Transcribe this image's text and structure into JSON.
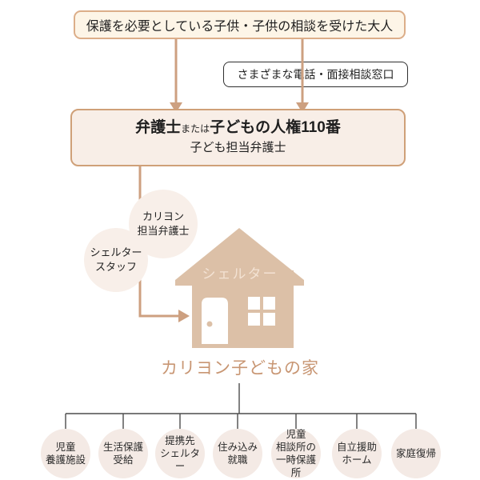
{
  "colors": {
    "cream_fill": "#fdf5e7",
    "cream_border": "#dcae89",
    "peach_fill": "#f8eee7",
    "peach_border": "#cfa078",
    "arrow_tan": "#cda080",
    "house_tan": "#dcc0a7",
    "roof_text": "#f3e2d3",
    "title_brown": "#c89673",
    "staff_circle_fill": "#f8efe9",
    "outcome_circle_fill": "#f4eae5",
    "connector_dark": "#4d4d4d",
    "box_border_dark": "#2f2f2f",
    "text_dark": "#1f1f1f"
  },
  "top_box": {
    "label": "保護を必要としている子供・子供の相談を受けた大人"
  },
  "phone_box": {
    "label": "さまざまな電話・面接相談窓口"
  },
  "lawyer_box": {
    "seg_lawyer": "弁護士",
    "seg_or": "または",
    "seg_rights": "子どもの人権",
    "seg_number": "110",
    "seg_ban": "番",
    "line2": "子ども担当弁護士"
  },
  "staff_circles": [
    {
      "label": "カリヨン\n担当弁護士"
    },
    {
      "label": "シェルター\nスタッフ"
    }
  ],
  "house": {
    "roof_label": "シェルター",
    "title": "カリヨン子どもの家"
  },
  "outcome_circles": [
    {
      "label": "児童\n養護施設"
    },
    {
      "label": "生活保護\n受給"
    },
    {
      "label": "提携先\nシェルター"
    },
    {
      "label": "住み込み\n就職"
    },
    {
      "label": "児童\n相談所の\n一時保護所"
    },
    {
      "label": "自立援助\nホーム"
    },
    {
      "label": "家庭復帰"
    }
  ]
}
